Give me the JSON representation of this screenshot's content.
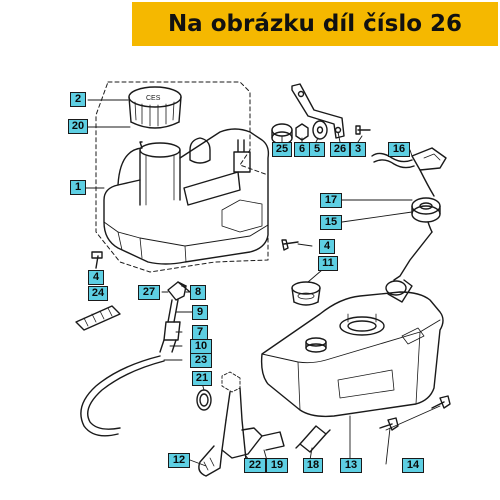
{
  "banner": {
    "title": "Na obrázku díl číslo 26",
    "background_color": "#f5b800"
  },
  "diagram": {
    "callout_color": "#5ecfe3",
    "callouts": {
      "c1": "1",
      "c2": "2",
      "c3": "3",
      "c4a": "4",
      "c4b": "4",
      "c5": "5",
      "c6": "6",
      "c7": "7",
      "c8": "8",
      "c9": "9",
      "c10": "10",
      "c11": "11",
      "c12": "12",
      "c13": "13",
      "c14": "14",
      "c15": "15",
      "c16": "16",
      "c17": "17",
      "c18": "18",
      "c19": "19",
      "c20": "20",
      "c21": "21",
      "c22": "22",
      "c23": "23",
      "c24": "24",
      "c25": "25",
      "c26": "26",
      "c27": "27"
    }
  }
}
